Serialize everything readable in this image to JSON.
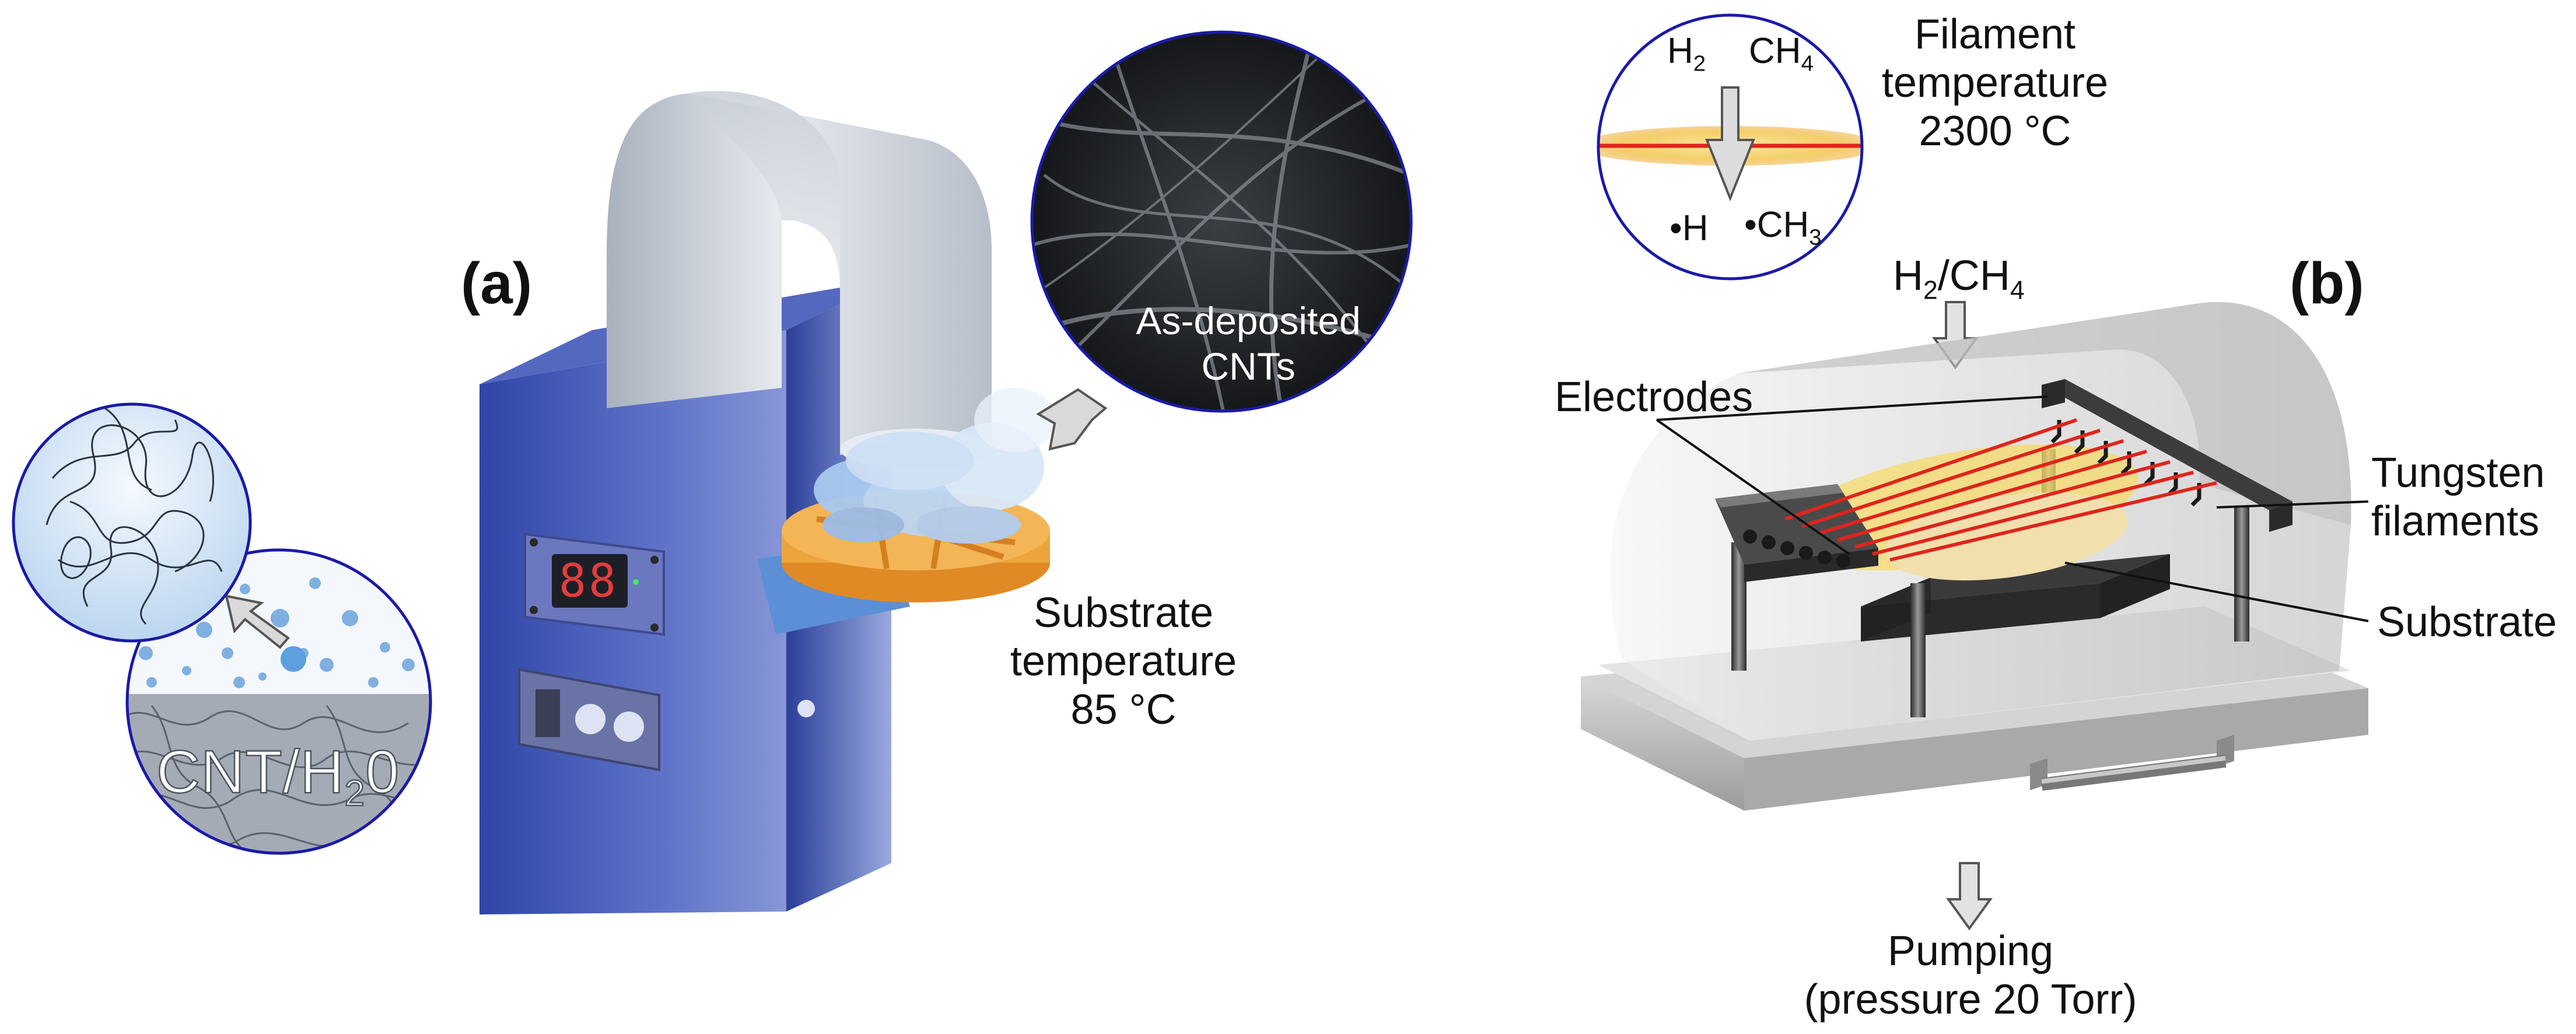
{
  "panel_a": {
    "label": "(a)",
    "suspension": {
      "label_main": "CNT/H",
      "label_sub": "2",
      "label_tail": "0"
    },
    "inset_label_line1": "As-deposited",
    "inset_label_line2": "CNTs",
    "substrate_line1": "Substrate",
    "substrate_line2": "temperature",
    "substrate_line3": "85 °C",
    "display_readout": "88"
  },
  "panel_b": {
    "label": "(b)",
    "inset": {
      "h2": "H",
      "h2_sub": "2",
      "ch4": "CH",
      "ch4_sub": "4",
      "h_radical": "•H",
      "ch3_radical": "•CH",
      "ch3_sub": "3"
    },
    "filament_line1": "Filament",
    "filament_line2": "temperature",
    "filament_line3": "2300 °C",
    "gas": {
      "h": "H",
      "sub1": "2",
      "mid": "/CH",
      "sub2": "4"
    },
    "electrodes": "Electrodes",
    "tungsten_line1": "Tungsten",
    "tungsten_line2": "filaments",
    "substrate": "Substrate",
    "pumping_line1": "Pumping",
    "pumping_line2": "(pressure 20 Torr)"
  },
  "colors": {
    "cabinet_blue": "#4158b8",
    "filament_red": "#e0241c",
    "glow_yellow": "#f6d96a",
    "substrate_orange": "#f0a73c",
    "circle_outline": "#1a1aa8"
  }
}
